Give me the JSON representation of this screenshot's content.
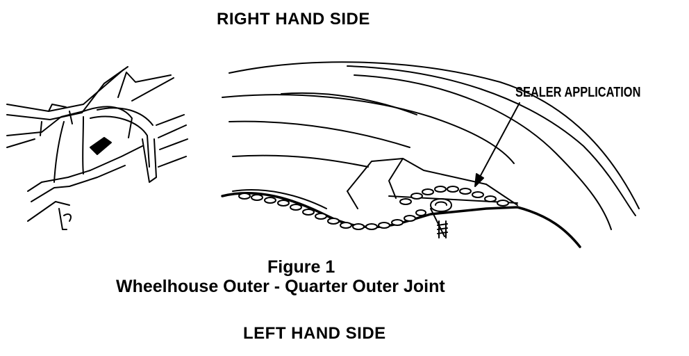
{
  "headings": {
    "top": "RIGHT HAND SIDE",
    "bottom": "LEFT HAND SIDE"
  },
  "callout": {
    "label": "SEALER APPLICATION"
  },
  "figure": {
    "number": "Figure 1",
    "caption": "Wheelhouse Outer - Quarter Outer Joint"
  },
  "colors": {
    "ink": "#000000",
    "paper": "#ffffff"
  }
}
